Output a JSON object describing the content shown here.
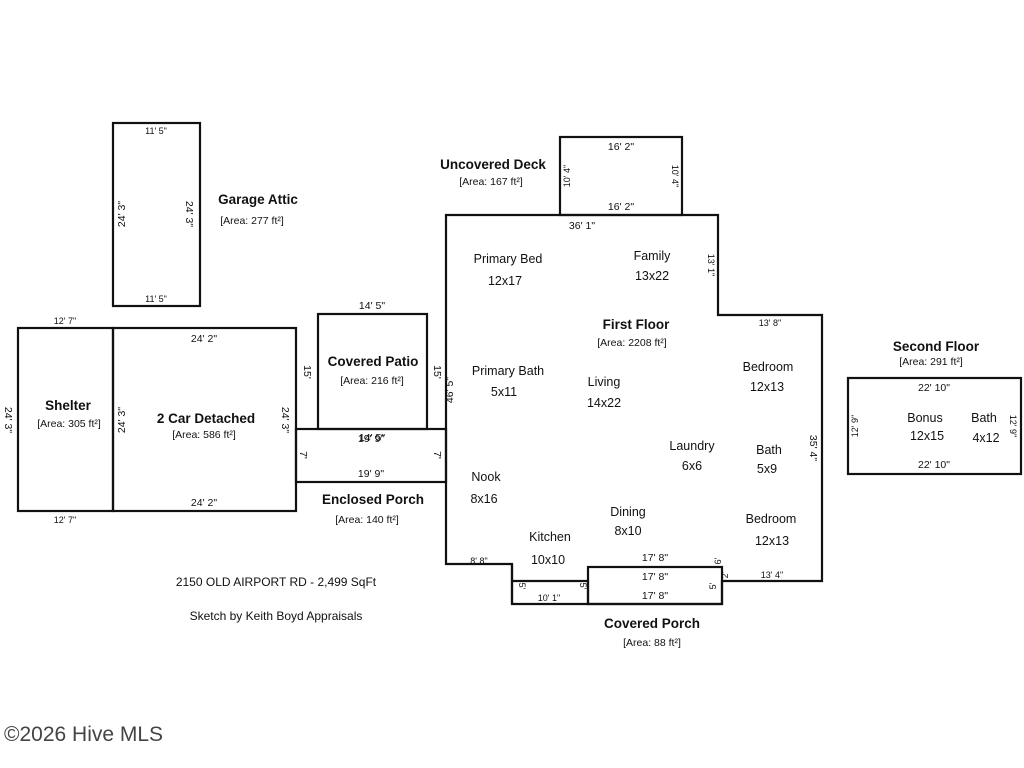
{
  "areas": {
    "garage_attic": {
      "title": "Garage Attic",
      "area": "[Area: 277 ft²]",
      "dims": {
        "top": "11' 5\"",
        "bottom": "11' 5\"",
        "left": "24' 3\"",
        "right": "24' 3\""
      }
    },
    "shelter": {
      "title": "Shelter",
      "area": "[Area: 305 ft²]",
      "dims": {
        "top": "12' 7\"",
        "bottom": "12' 7\"",
        "left": "24' 3\"",
        "right": "24' 3\""
      }
    },
    "garage": {
      "title": "2 Car Detached",
      "area": "[Area: 586 ft²]",
      "dims": {
        "top": "24' 2\"",
        "bottom": "24' 2\"",
        "right": "24' 3\""
      }
    },
    "covered_patio": {
      "title": "Covered Patio",
      "area": "[Area: 216 ft²]",
      "dims": {
        "top": "14' 5\"",
        "bottom": "14' 5\"",
        "left": "15'",
        "right": "15'"
      }
    },
    "enclosed_porch": {
      "title": "Enclosed Porch",
      "area": "[Area: 140 ft²]",
      "dims": {
        "top": "19' 9\"",
        "bottom": "19' 9\"",
        "left": "7'",
        "right": "7'"
      }
    },
    "uncovered_deck": {
      "title": "Uncovered Deck",
      "area": "[Area: 167 ft²]",
      "dims": {
        "top": "16' 2\"",
        "bottom": "16' 2\"",
        "left": "10' 4\"",
        "right": "10' 4\""
      }
    },
    "first_floor": {
      "title": "First Floor",
      "area": "[Area: 2208 ft²]",
      "dims": {
        "top": "36' 1\"",
        "left": "46' 5\"",
        "right_upper": "13' 1\"",
        "step": "13' 8\"",
        "right": "35' 4\"",
        "bottom_left": "8' 8\"",
        "kitchen_bottom": "10' 1\"",
        "bottom_right": "13' 4\"",
        "notch_left": "5'",
        "notch_right": "5'",
        "notch_mid_left": "5'",
        "notch_mid_right": "2'",
        "notch_mid_right2": "6'"
      }
    },
    "covered_porch": {
      "title": "Covered Porch",
      "area": "[Area: 88 ft²]",
      "dims": {
        "top": "17' 8\"",
        "middle": "17' 8\"",
        "bottom": "17' 8\""
      }
    },
    "second_floor": {
      "title": "Second Floor",
      "area": "[Area: 291 ft²]",
      "dims": {
        "top": "22' 10\"",
        "bottom": "22' 10\"",
        "left": "12' 9\"",
        "right": "12' 9\""
      }
    }
  },
  "rooms": {
    "primary_bed": {
      "name": "Primary Bed",
      "size": "12x17"
    },
    "family": {
      "name": "Family",
      "size": "13x22"
    },
    "primary_bath": {
      "name": "Primary Bath",
      "size": "5x11"
    },
    "living": {
      "name": "Living",
      "size": "14x22"
    },
    "bedroom1": {
      "name": "Bedroom",
      "size": "12x13"
    },
    "laundry": {
      "name": "Laundry",
      "size": "6x6"
    },
    "bath": {
      "name": "Bath",
      "size": "5x9"
    },
    "nook": {
      "name": "Nook",
      "size": "8x16"
    },
    "dining": {
      "name": "Dining",
      "size": "8x10"
    },
    "bedroom2": {
      "name": "Bedroom",
      "size": "12x13"
    },
    "kitchen": {
      "name": "Kitchen",
      "size": "10x10"
    },
    "bonus": {
      "name": "Bonus",
      "size": "12x15"
    },
    "bath2": {
      "name": "Bath",
      "size": "4x12"
    }
  },
  "notes": {
    "address": "2150 OLD AIRPORT RD - 2,499 SqFt",
    "sketch_by": "Sketch by Keith Boyd Appraisals"
  },
  "watermark": "©2026 Hive MLS"
}
